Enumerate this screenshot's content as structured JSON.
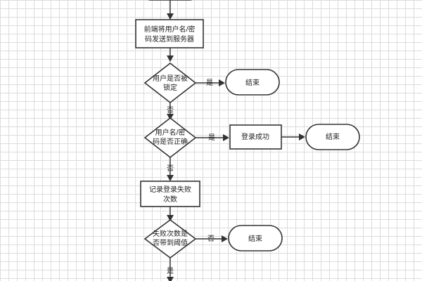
{
  "nodes": {
    "send_credentials": {
      "line1": "前端将用户名/密",
      "line2": "码发送到服务器"
    },
    "user_locked": {
      "line1": "用户是否被",
      "line2": "锁定"
    },
    "end_locked": {
      "label": "结束"
    },
    "credentials_correct": {
      "line1": "用户名/密",
      "line2": "码是否正确"
    },
    "login_success": {
      "label": "登录成功"
    },
    "end_success": {
      "label": "结束"
    },
    "record_failures": {
      "line1": "记录登录失败",
      "line2": "次数"
    },
    "threshold_reached": {
      "line1": "失败次数是",
      "line2": "否带到阈值"
    },
    "end_threshold": {
      "label": "结束"
    }
  },
  "edges": {
    "locked_yes": "是",
    "locked_no": "否",
    "correct_yes": "是",
    "correct_no": "否",
    "threshold_no": "否",
    "threshold_yes": "是"
  }
}
